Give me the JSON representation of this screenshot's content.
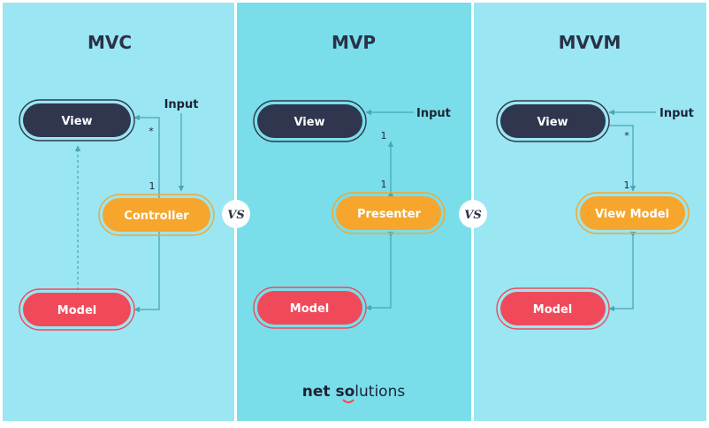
{
  "colors": {
    "panel_light": "#9ae6f2",
    "panel_mid": "#79deea",
    "view": "#2f364d",
    "controller": "#f6a62c",
    "model": "#f04a5a",
    "arrow": "#4aa5b8"
  },
  "separator": {
    "vs": "VS"
  },
  "brand": {
    "part1": "net s",
    "part2": "lutions"
  },
  "panels": [
    {
      "title": "MVC",
      "view": "View",
      "middle": "Controller",
      "model": "Model",
      "input": "Input",
      "mult_top": "*",
      "mult_bottom": "1"
    },
    {
      "title": "MVP",
      "view": "View",
      "middle": "Presenter",
      "model": "Model",
      "input": "Input",
      "mult_top": "1",
      "mult_bottom": "1"
    },
    {
      "title": "MVVM",
      "view": "View",
      "middle": "View Model",
      "model": "Model",
      "input": "Input",
      "mult_top": "*",
      "mult_bottom": "1"
    }
  ]
}
